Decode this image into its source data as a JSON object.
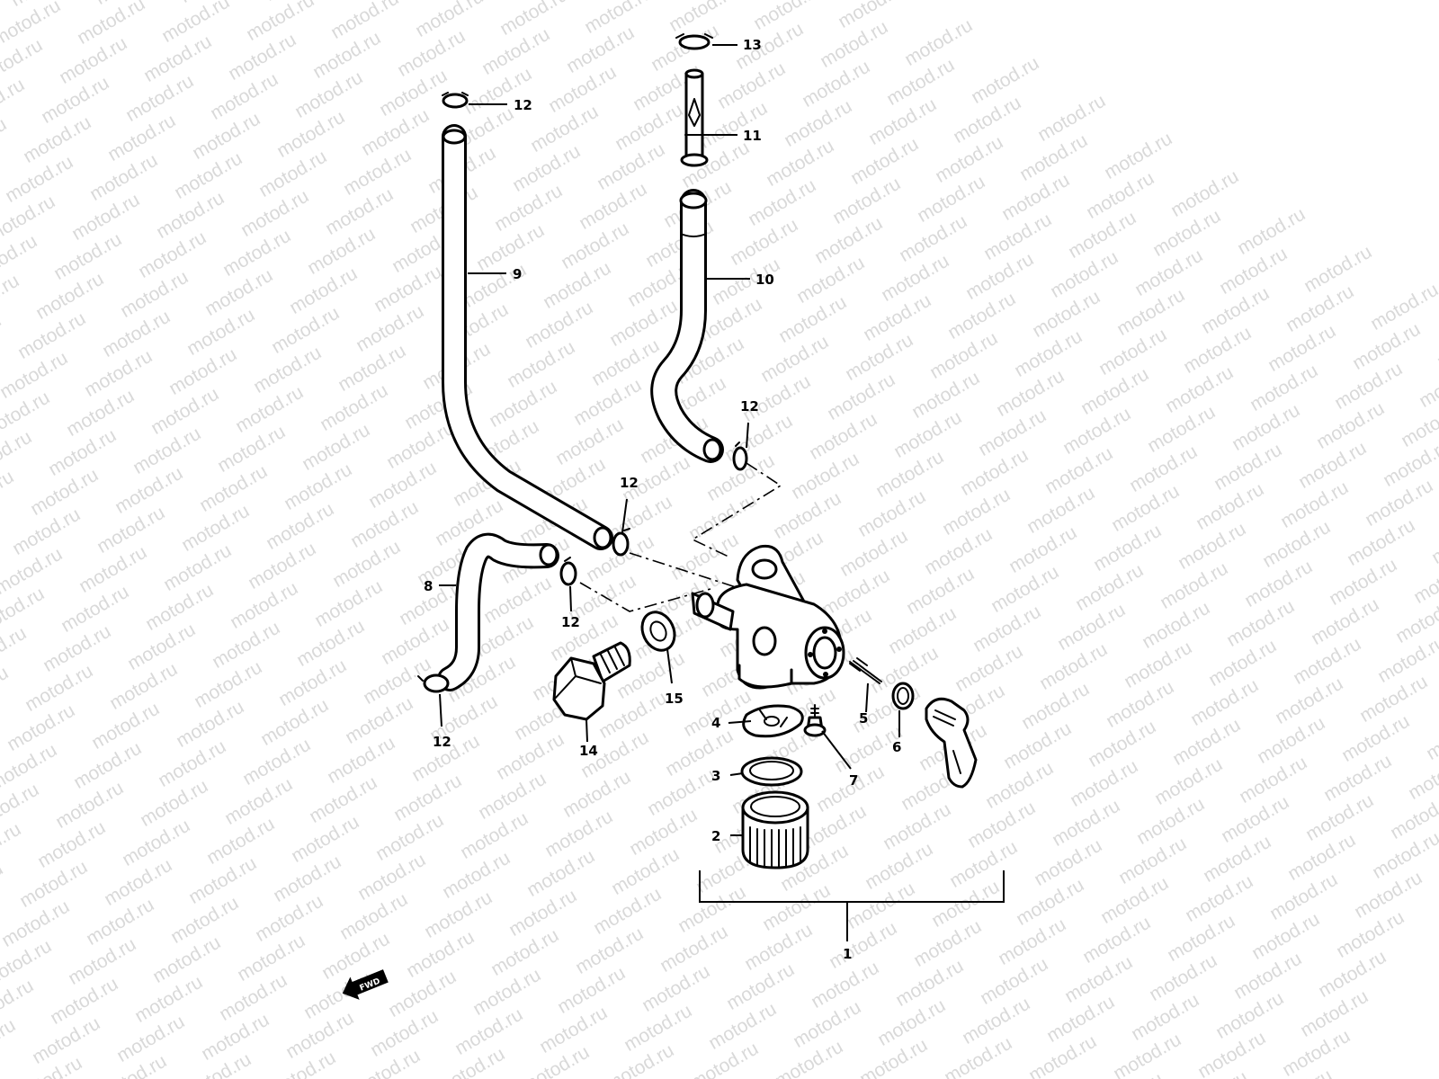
{
  "watermark": {
    "text": "motod.ru",
    "color": "#d9d9d9"
  },
  "diagram": {
    "line_color": "#000000",
    "background": "#ffffff",
    "fwd_label": "FWD",
    "callouts": {
      "c1": "1",
      "c2": "2",
      "c3": "3",
      "c4": "4",
      "c5": "5",
      "c6": "6",
      "c7": "7",
      "c8": "8",
      "c9": "9",
      "c10": "10",
      "c11": "11",
      "c12a": "12",
      "c12b": "12",
      "c12c": "12",
      "c12d": "12",
      "c12e": "12",
      "c13": "13",
      "c14": "14",
      "c15": "15"
    }
  }
}
